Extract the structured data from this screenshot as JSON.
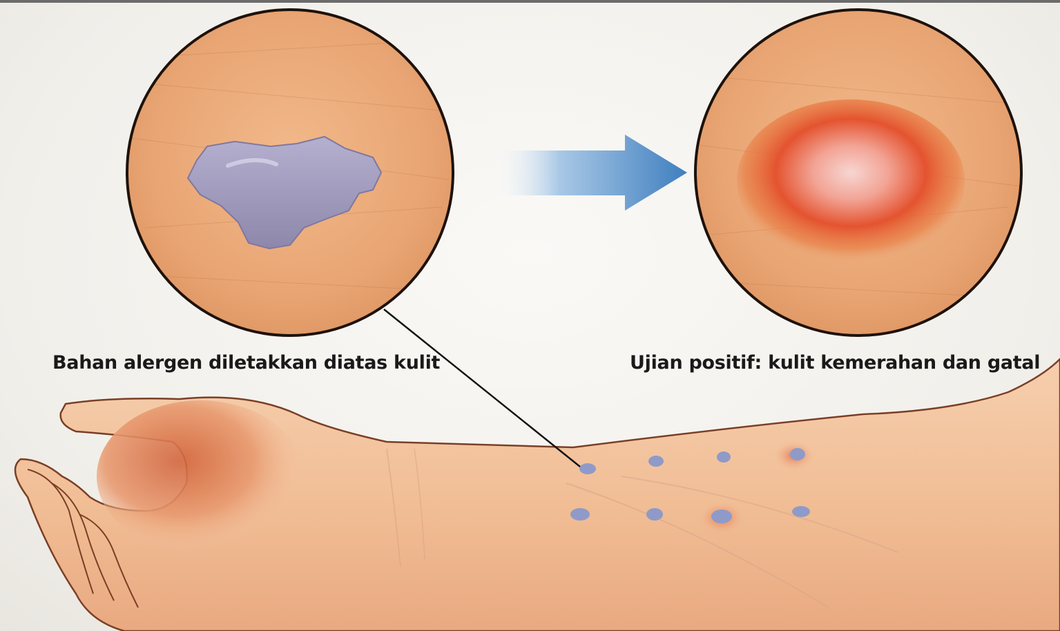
{
  "captions": {
    "left": "Bahan alergen diletakkan diatas kulit",
    "right": "Ujian positif: kulit kemerahan dan gatal"
  },
  "colors": {
    "skin": "#e8a877",
    "arm_skin": "#f3c29e",
    "allergen": "#9a93b8",
    "reaction": "#e04a2c",
    "arrow": "#4a86c0",
    "outline": "#2a1a12"
  },
  "icons": {
    "arrow": "right-arrow-icon"
  },
  "allergen_dots": 8
}
